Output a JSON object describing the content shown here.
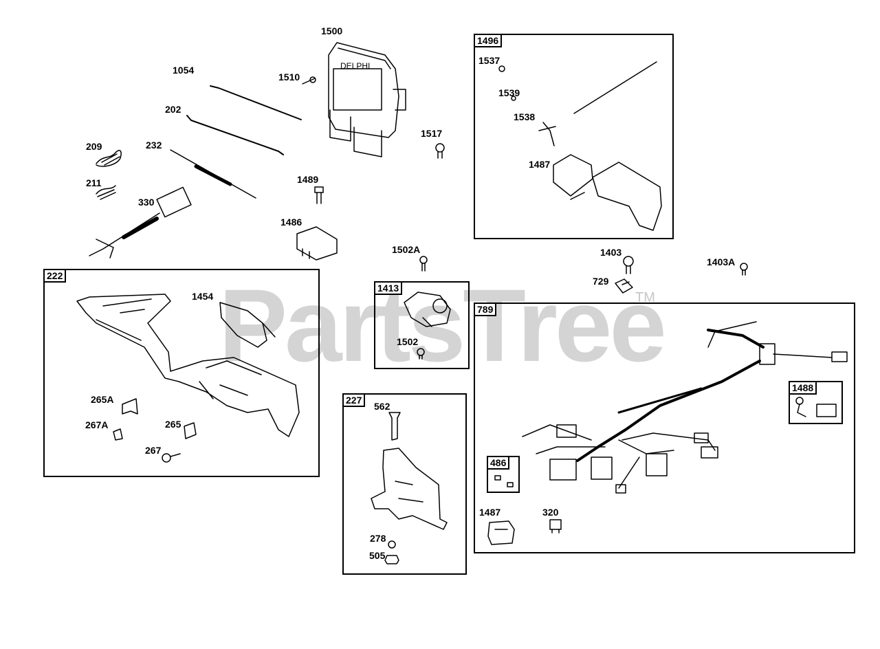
{
  "watermark": {
    "text": "PartsTree",
    "tm": "TM"
  },
  "labels": {
    "l1500": "1500",
    "l1054": "1054",
    "l1510": "1510",
    "l202": "202",
    "l209": "209",
    "l232": "232",
    "l211": "211",
    "l330": "330",
    "l1489": "1489",
    "l1486": "1486",
    "l1517": "1517",
    "l1537": "1537",
    "l1539": "1539",
    "l1538": "1538",
    "l1487a": "1487",
    "l1502A": "1502A",
    "l1403": "1403",
    "l1403A": "1403A",
    "l729": "729",
    "l1454": "1454",
    "l265A": "265A",
    "l267A": "267A",
    "l265": "265",
    "l267": "267",
    "l1502": "1502",
    "l562": "562",
    "l278": "278",
    "l505": "505",
    "l1487b": "1487",
    "l320": "320"
  },
  "boxes": {
    "b1496": "1496",
    "b222": "222",
    "b1413": "1413",
    "b227": "227",
    "b789": "789",
    "b1488": "1488",
    "b486": "486"
  }
}
